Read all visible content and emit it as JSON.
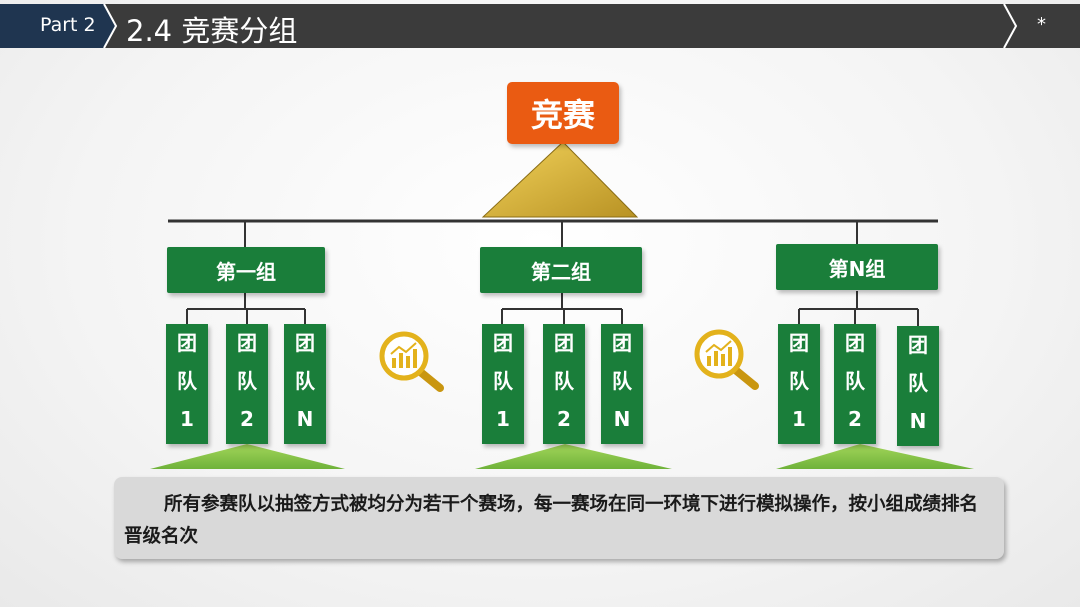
{
  "header": {
    "part_label": "Part 2",
    "title": "2.4 竞赛分组",
    "page_marker": "*"
  },
  "diagram": {
    "root": "竞赛",
    "groups": [
      {
        "label": "第一组",
        "teams": [
          [
            "团",
            "队",
            "1"
          ],
          [
            "团",
            "队",
            "2"
          ],
          [
            "团",
            "队",
            "N"
          ]
        ]
      },
      {
        "label": "第二组",
        "teams": [
          [
            "团",
            "队",
            "1"
          ],
          [
            "团",
            "队",
            "2"
          ],
          [
            "团",
            "队",
            "N"
          ]
        ]
      },
      {
        "label": "第N组",
        "teams": [
          [
            "团",
            "队",
            "1"
          ],
          [
            "团",
            "队",
            "2"
          ],
          [
            "团",
            "队",
            "N"
          ]
        ]
      }
    ]
  },
  "description": "所有参赛队以抽签方式被均分为若干个赛场，每一赛场在同一环境下进行模拟操作，按小组成绩排名晋级名次",
  "colors": {
    "header_bg": "#3b3b3b",
    "header_accent": "#1f3550",
    "root_orange": "#ea5b12",
    "group_green": "#1a7e3a",
    "triangle_gold": "#d4b23a",
    "base_green": "#8cc84b",
    "icon_gold": "#e3b21c"
  },
  "icons": [
    "search-chart-icon",
    "search-chart-icon"
  ]
}
